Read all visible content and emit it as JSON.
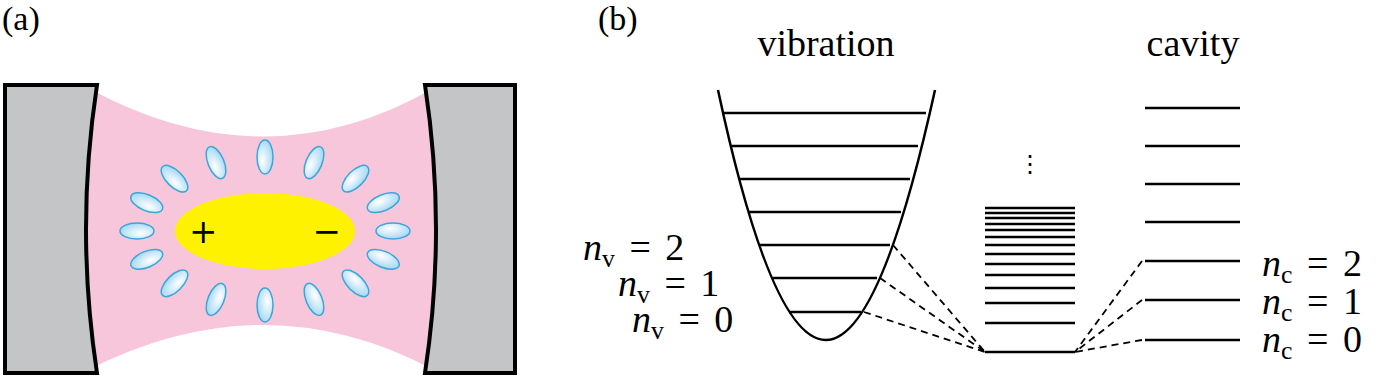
{
  "diagram": {
    "nodes": [
      {
        "text": [
          "+",
          "−"
        ]
      }
    ],
    "labels": [
      "(a)",
      "(b)",
      "vibration",
      "⋮",
      "cavity",
      "nv = 2",
      "nv = 1",
      "nv = 0",
      "nc = 2",
      "nc = 1",
      "nc = 0"
    ]
  }
}
